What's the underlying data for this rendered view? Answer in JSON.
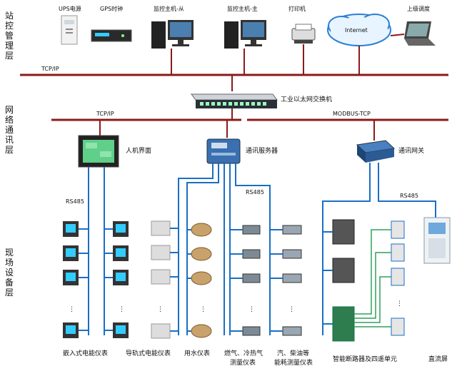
{
  "layers": {
    "station": "站控管理层",
    "network": "网络通讯层",
    "field": "现场设备层"
  },
  "station_devices": {
    "ups": "UPS电源",
    "gps": "GPS时钟",
    "host_slave": "监控主机-从",
    "host_master": "监控主机-主",
    "printer": "打印机",
    "internet": "Internet",
    "dispatch": "上级调度"
  },
  "buses": {
    "tcpip_top": "TCP/IP",
    "tcpip_mid": "TCP/IP",
    "modbus": "MODBUS-TCP",
    "rs485_left": "RS485",
    "rs485_mid": "RS485",
    "rs485_right": "RS485"
  },
  "network_devices": {
    "switch": "工业以太网交换机",
    "hmi": "人机界面",
    "comm_server": "通讯服务器",
    "gateway": "通讯网关"
  },
  "field_labels": {
    "embedded_meter": "嵌入式电能仪表",
    "rail_meter": "导轨式电能仪表",
    "water_meter": "用水仪表",
    "gas_line1": "燃气、冷热气",
    "gas_line2": "测量仪表",
    "steam_line1": "汽、柴油等",
    "steam_line2": "能耗测量仪表",
    "breaker": "智能断路器及四遥单元",
    "dc_panel": "直流屏"
  },
  "ellipsis": "⋮",
  "colors": {
    "red_bus": "#8b1a1a",
    "blue_line": "#1a6fc4",
    "green_line": "#2ea05a",
    "teal_line": "#2a9d8f"
  }
}
